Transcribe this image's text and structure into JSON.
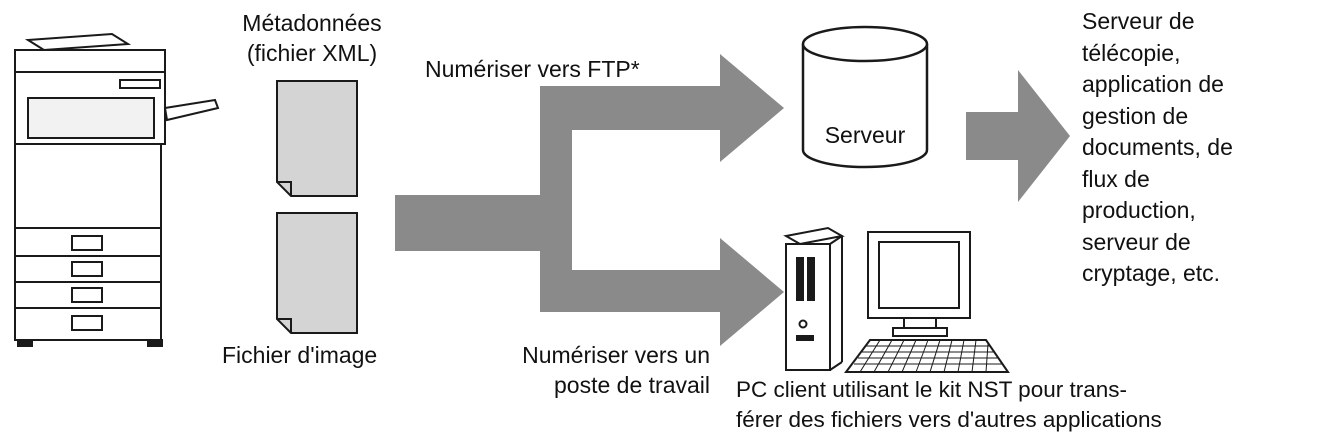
{
  "labels": {
    "metadata_line1": "Métadonnées",
    "metadata_line2": "(fichier XML)",
    "image_file": "Fichier d'image",
    "scan_ftp": "Numériser vers FTP*",
    "server": "Serveur",
    "scan_desktop_line1": "Numériser vers un",
    "scan_desktop_line2": "poste de travail",
    "destinations": [
      "Serveur de",
      "télécopie,",
      "application de",
      "gestion de",
      "documents, de",
      "flux de",
      "production,",
      "serveur de",
      "cryptage, etc."
    ],
    "pc_client_line1": "PC client utilisant le kit NST pour trans-",
    "pc_client_line2": "férer des fichiers vers d'autres applications"
  },
  "colors": {
    "arrow": "#8a8a8a",
    "document": "#d4d4d4",
    "outline": "#1a1a1a"
  },
  "icons": [
    "mfp-printer-icon",
    "document-icon",
    "database-server-icon",
    "desktop-pc-icon",
    "keyboard-icon"
  ]
}
